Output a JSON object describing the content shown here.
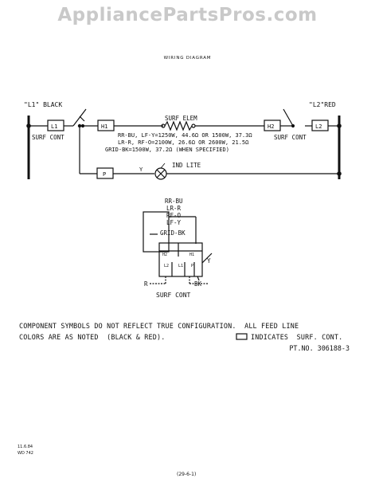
{
  "watermark": "AppliancePartsPros.com",
  "diagram_title": "WIRING DIAGRAM",
  "line_labels": {
    "l1_label": "\"L1\" BLACK",
    "l2_label": "\"L2\"RED"
  },
  "terminals": {
    "l1": "L1",
    "l2": "L2",
    "h1": "H1",
    "h2": "H2",
    "p": "P"
  },
  "labels": {
    "surf_cont_left": "SURF CONT",
    "surf_cont_right": "SURF CONT",
    "surf_elem": "SURF ELEM",
    "wire_y": "Y",
    "ind_lite": "IND LITE"
  },
  "element_specs": [
    "RR-BU, LF-Y=1250W, 44.6Ω OR 1500W, 37.3Ω",
    "LR-R, RF-O=2100W, 26.6Ω OR 2600W, 21.5Ω",
    "GRID-BK=1500W, 37.2Ω (WHEN SPECIFIED)"
  ],
  "control_wiring": {
    "legend": [
      "RR-BU",
      "LR-R",
      "RF-O",
      "LF-Y",
      "GRID-BK"
    ],
    "terminal_h2": "H2",
    "terminal_h1": "H1",
    "terminal_l2": "L2",
    "terminal_l1": "L1",
    "terminal_p": "P",
    "wire_y": "Y",
    "wire_r": "R",
    "wire_bk": "BK",
    "caption": "SURF CONT"
  },
  "notes": {
    "line1": "COMPONENT SYMBOLS DO NOT REFLECT TRUE CONFIGURATION.  ALL FEED LINE",
    "line2_a": "COLORS ARE AS NOTED  (BLACK & RED).",
    "line2_b": "INDICATES  SURF. CONT.",
    "part_number": "PT.NO. 306188-3"
  },
  "footer": {
    "date": "11.6.84",
    "code": "WD 742",
    "bottom_text": "(29-6-1)"
  }
}
